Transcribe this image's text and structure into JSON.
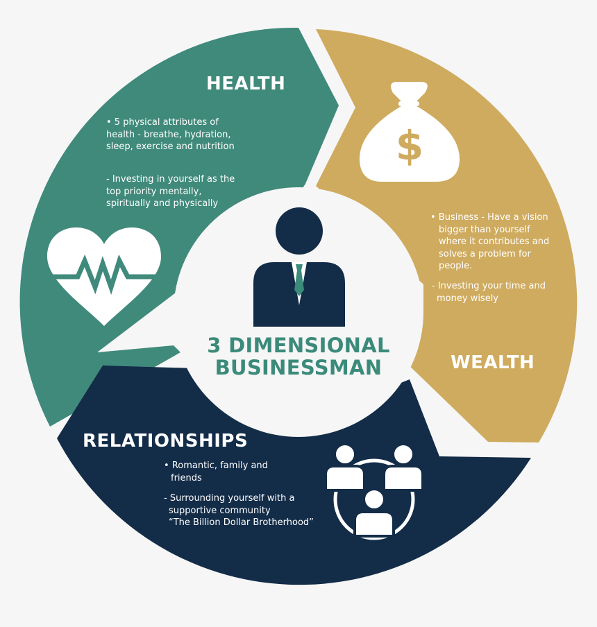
{
  "colors": {
    "health": "#408a7b",
    "wealth": "#cfab5f",
    "relationships": "#132c48",
    "center": "#f6f6f6",
    "title": "#3b8a7a",
    "text": "#ffffff"
  },
  "center": {
    "title_line1": "3 DIMENSIONAL",
    "title_line2": "BUSINESSMAN",
    "icon": "businessman-icon"
  },
  "health": {
    "title": "HEALTH",
    "icon": "heartbeat-icon",
    "bullet1": [
      "• 5 physical attributes of",
      "health - breathe, hydration,",
      "sleep, exercise and nutrition"
    ],
    "bullet2": [
      "- Investing in yourself as the",
      "top priority mentally,",
      "spiritually and physically"
    ]
  },
  "wealth": {
    "title": "WEALTH",
    "icon": "money-bag-icon",
    "bullet1": [
      "• Business - Have a vision",
      "bigger than yourself",
      "where it contributes and",
      "solves a problem for",
      "people."
    ],
    "bullet2": [
      "- Investing your time and",
      "money wisely"
    ]
  },
  "relationships": {
    "title": "RELATIONSHIPS",
    "icon": "community-icon",
    "bullet1": [
      "• Romantic, family and",
      "friends"
    ],
    "bullet2": [
      "- Surrounding yourself with a",
      "supportive community",
      "“The Billion Dollar Brotherhood”"
    ]
  }
}
